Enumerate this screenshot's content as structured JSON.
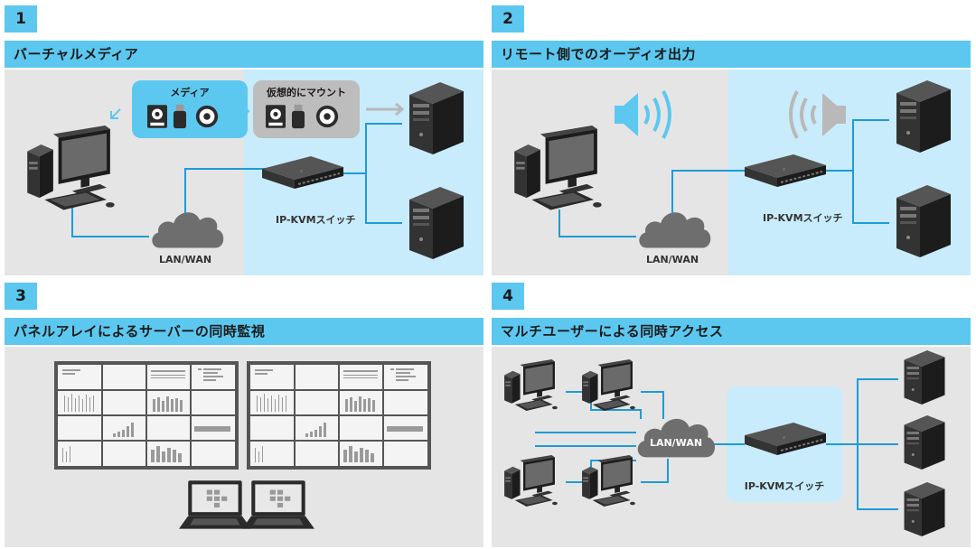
{
  "panels": [
    {
      "number": "1",
      "title": "バーチャルメディア",
      "media_label": "メディア",
      "virtual_label": "仮想的にマウント",
      "switch_label": "IP-KVMスイッチ",
      "network_label": "LAN/WAN"
    },
    {
      "number": "2",
      "title": "リモート側でのオーディオ出力",
      "switch_label": "IP-KVMスイッチ",
      "network_label": "LAN/WAN"
    },
    {
      "number": "3",
      "title": "パネルアレイによるサーバーの同時監視"
    },
    {
      "number": "4",
      "title": "マルチユーザーによる同時アクセス",
      "network_label": "LAN/WAN",
      "switch_label": "IP-KVMスイッチ"
    }
  ],
  "colors": {
    "accent": "#5cc8f0",
    "panel_bg": "#e5e5e5",
    "highlight_bg": "#c8ecfb",
    "line": "#1e9bd7",
    "device_dark": "#2b2b2b"
  }
}
